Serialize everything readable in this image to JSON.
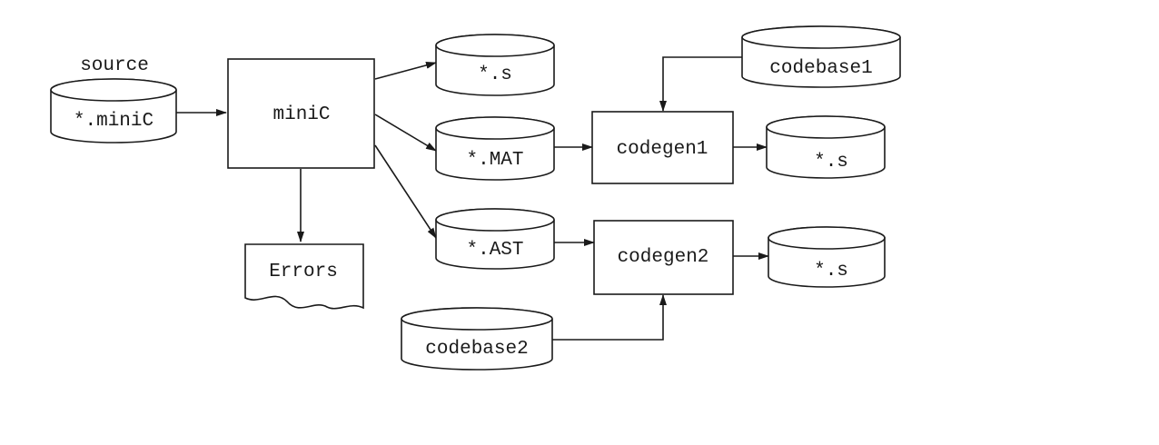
{
  "diagram": {
    "source_label": "source",
    "stores": {
      "minic_file": "*.miniC",
      "s_file_top": "*.s",
      "mat_file": "*.MAT",
      "ast_file": "*.AST",
      "s_file_codegen1": "*.s",
      "s_file_codegen2": "*.s",
      "codebase1": "codebase1",
      "codebase2": "codebase2"
    },
    "processes": {
      "minic": "miniC",
      "codegen1": "codegen1",
      "codegen2": "codegen2"
    },
    "document": {
      "errors": "Errors"
    }
  }
}
